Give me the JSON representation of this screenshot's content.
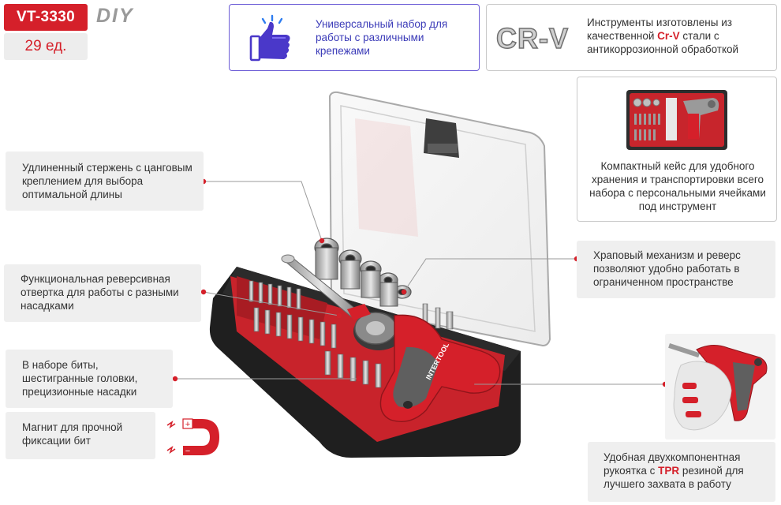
{
  "header": {
    "model": "VT-3330",
    "brand_line": "DIY",
    "count": "29 ед."
  },
  "features": {
    "universal": "Универсальный набор для работы с различными крепежами",
    "crv_logo": "CR-V",
    "crv_pre": "Инструменты изготовлены из качественной ",
    "crv_highlight": "Cr-V",
    "crv_post": " стали с антикоррозионной обработкой",
    "case": "Компактный кейс для удобного хранения и транспортировки всего набора с персональными ячейками под инструмент"
  },
  "callouts": {
    "shank": "Удлиненный стержень с цанговым креплением для выбора оптимальной длины",
    "screwdriver": "Функциональная реверсивная отвертка для работы с разными насадками",
    "bits": "В наборе биты, шестигранные головки, прецизионные насадки",
    "magnet": "Магнит для прочной фиксации бит",
    "ratchet": "Храповый механизм и реверс позволяют удобно работать в ограниченном пространстве",
    "handle_pre": "Удобная двухкомпонентная рукоятка с ",
    "handle_highlight": "TPR",
    "handle_post": " резиной для лучшего захвата в работу"
  },
  "product": {
    "brand_on_handle": "INTERTOOL"
  },
  "magnet_icon": {
    "plus": "+",
    "minus": "−"
  },
  "colors": {
    "brand_red": "#d5202a",
    "accent_blue": "#3b3bb8",
    "callout_bg": "#efefef"
  },
  "icons": [
    "thumbs-up-icon",
    "magnet-icon"
  ]
}
